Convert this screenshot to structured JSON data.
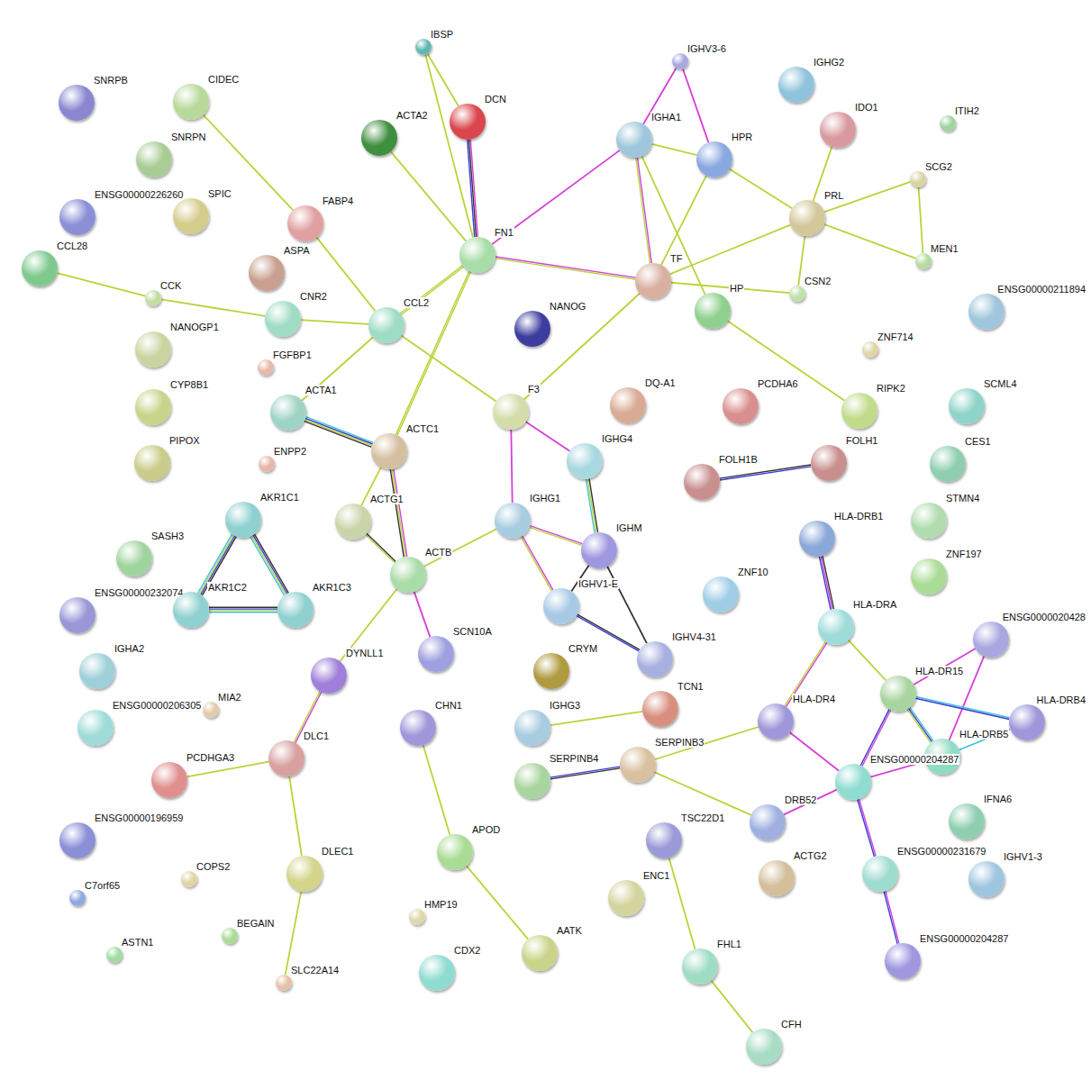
{
  "diagram": {
    "nodes": [
      {
        "text": [
          "IBSP"
        ]
      },
      {
        "text": [
          "DCN"
        ]
      },
      {
        "text": [
          "ACTA2"
        ]
      },
      {
        "text": [
          "IGHV3-6"
        ]
      },
      {
        "text": [
          "IGHA1"
        ]
      },
      {
        "text": [
          "HPR"
        ]
      },
      {
        "text": [
          "IGHG2"
        ]
      },
      {
        "text": [
          "IDO1"
        ]
      },
      {
        "text": [
          "ITIH2"
        ]
      },
      {
        "text": [
          "SCG2"
        ]
      },
      {
        "text": [
          "PRL"
        ]
      },
      {
        "text": [
          "MEN1"
        ]
      },
      {
        "text": [
          "SNRPB"
        ]
      },
      {
        "text": [
          "CIDEC"
        ]
      },
      {
        "text": [
          "SNRPN"
        ]
      },
      {
        "text": [
          "ENSG00000226260"
        ]
      },
      {
        "text": [
          "SPIC"
        ]
      },
      {
        "text": [
          "FABP4"
        ]
      },
      {
        "text": [
          "CCL28"
        ]
      },
      {
        "text": [
          "CCK"
        ]
      },
      {
        "text": [
          "ASPA"
        ]
      },
      {
        "text": [
          "FN1"
        ]
      },
      {
        "text": [
          "TF"
        ]
      },
      {
        "text": [
          "HP"
        ]
      },
      {
        "text": [
          "CSN2"
        ]
      },
      {
        "text": [
          "ENSG00000211894"
        ]
      },
      {
        "text": [
          "NANOGP1"
        ]
      },
      {
        "text": [
          "CNR2"
        ]
      },
      {
        "text": [
          "CCL2"
        ]
      },
      {
        "text": [
          "NANOG"
        ]
      },
      {
        "text": [
          "ZNF714"
        ]
      },
      {
        "text": [
          "FGFBP1"
        ]
      },
      {
        "text": [
          "CYP8B1"
        ]
      },
      {
        "text": [
          "ACTA1"
        ]
      },
      {
        "text": [
          "F3"
        ]
      },
      {
        "text": [
          "DQ-A1"
        ]
      },
      {
        "text": [
          "PCDHA6"
        ]
      },
      {
        "text": [
          "RIPK2"
        ]
      },
      {
        "text": [
          "SCML4"
        ]
      },
      {
        "text": [
          "PIPOX"
        ]
      },
      {
        "text": [
          "ENPP2"
        ]
      },
      {
        "text": [
          "ACTC1"
        ]
      },
      {
        "text": [
          "IGHG4"
        ]
      },
      {
        "text": [
          "FOLH1B"
        ]
      },
      {
        "text": [
          "FOLH1"
        ]
      },
      {
        "text": [
          "CES1"
        ]
      },
      {
        "text": [
          "AKR1C1"
        ]
      },
      {
        "text": [
          "ACTG1"
        ]
      },
      {
        "text": [
          "IGHG1"
        ]
      },
      {
        "text": [
          "IGHM"
        ]
      },
      {
        "text": [
          "STMN4"
        ]
      },
      {
        "text": [
          "HLA-DRB1"
        ]
      },
      {
        "text": [
          "SASH3"
        ]
      },
      {
        "text": [
          "ZNF197"
        ]
      },
      {
        "text": [
          "ACTB"
        ]
      },
      {
        "text": [
          "ENSG00000232074"
        ]
      },
      {
        "text": [
          "AKR1C2"
        ]
      },
      {
        "text": [
          "AKR1C3"
        ]
      },
      {
        "text": [
          "IGHV1-E"
        ]
      },
      {
        "text": [
          "ZNF10"
        ]
      },
      {
        "text": [
          "HLA-DRA"
        ]
      },
      {
        "text": [
          "ENSG0000020428"
        ]
      },
      {
        "text": [
          "IGHA2"
        ]
      },
      {
        "text": [
          "DYNLL1"
        ]
      },
      {
        "text": [
          "SCN10A"
        ]
      },
      {
        "text": [
          "CRYM"
        ]
      },
      {
        "text": [
          "IGHV4-31"
        ]
      },
      {
        "text": [
          "HLA-DR15"
        ]
      },
      {
        "text": [
          "HLA-DRB4"
        ]
      },
      {
        "text": [
          "MIA2"
        ]
      },
      {
        "text": [
          "ENSG00000206305"
        ]
      },
      {
        "text": [
          "CHN1"
        ]
      },
      {
        "text": [
          "IGHG3"
        ]
      },
      {
        "text": [
          "TCN1"
        ]
      },
      {
        "text": [
          "HLA-DR4"
        ]
      },
      {
        "text": [
          "HLA-DRB5"
        ]
      },
      {
        "text": [
          "PCDHGA3"
        ]
      },
      {
        "text": [
          "DLC1"
        ]
      },
      {
        "text": [
          "SERPINB4"
        ]
      },
      {
        "text": [
          "SERPINB3"
        ]
      },
      {
        "text": [
          "ENSG00000204287"
        ]
      },
      {
        "text": [
          "ENSG00000196959"
        ]
      },
      {
        "text": [
          "DRB52"
        ]
      },
      {
        "text": [
          "IFNA6"
        ]
      },
      {
        "text": [
          "C7orf65"
        ]
      },
      {
        "text": [
          "COPS2"
        ]
      },
      {
        "text": [
          "DLEC1"
        ]
      },
      {
        "text": [
          "APOD"
        ]
      },
      {
        "text": [
          "TSC22D1"
        ]
      },
      {
        "text": [
          "ENC1"
        ]
      },
      {
        "text": [
          "ACTG2"
        ]
      },
      {
        "text": [
          "ENSG00000231679"
        ]
      },
      {
        "text": [
          "IGHV1-3"
        ]
      },
      {
        "text": [
          "BEGAIN"
        ]
      },
      {
        "text": [
          "HMP19"
        ]
      },
      {
        "text": [
          "ASTN1"
        ]
      },
      {
        "text": [
          "SLC22A14"
        ]
      },
      {
        "text": [
          "CDX2"
        ]
      },
      {
        "text": [
          "AATK"
        ]
      },
      {
        "text": [
          "FHL1"
        ]
      },
      {
        "text": [
          "ENSG00000204287"
        ]
      },
      {
        "text": [
          "CFH"
        ]
      }
    ],
    "edges": [
      {
        "from": 0,
        "to": 1,
        "arrow": "none"
      },
      {
        "from": 0,
        "to": 21,
        "arrow": "none"
      },
      {
        "from": 1,
        "to": 21,
        "arrow": "none"
      },
      {
        "from": 2,
        "to": 21,
        "arrow": "none"
      },
      {
        "from": 21,
        "to": 4,
        "arrow": "none"
      },
      {
        "from": 21,
        "to": 22,
        "arrow": "none"
      },
      {
        "from": 21,
        "to": 28,
        "arrow": "none"
      },
      {
        "from": 21,
        "to": 41,
        "arrow": "none"
      },
      {
        "from": 3,
        "to": 4,
        "arrow": "none"
      },
      {
        "from": 3,
        "to": 5,
        "arrow": "none"
      },
      {
        "from": 4,
        "to": 5,
        "arrow": "none"
      },
      {
        "from": 4,
        "to": 22,
        "arrow": "none"
      },
      {
        "from": 4,
        "to": 23,
        "arrow": "none"
      },
      {
        "from": 5,
        "to": 10,
        "arrow": "none"
      },
      {
        "from": 5,
        "to": 22,
        "arrow": "none"
      },
      {
        "from": 22,
        "to": 10,
        "arrow": "none"
      },
      {
        "from": 22,
        "to": 24,
        "arrow": "none"
      },
      {
        "from": 22,
        "to": 34,
        "arrow": "none"
      },
      {
        "from": 7,
        "to": 10,
        "arrow": "none"
      },
      {
        "from": 10,
        "to": 9,
        "arrow": "none"
      },
      {
        "from": 10,
        "to": 11,
        "arrow": "none"
      },
      {
        "from": 9,
        "to": 11,
        "arrow": "none"
      },
      {
        "from": 10,
        "to": 24,
        "arrow": "none"
      },
      {
        "from": 23,
        "to": 37,
        "arrow": "none"
      },
      {
        "from": 13,
        "to": 17,
        "arrow": "none"
      },
      {
        "from": 17,
        "to": 28,
        "arrow": "none"
      },
      {
        "from": 18,
        "to": 19,
        "arrow": "none"
      },
      {
        "from": 19,
        "to": 27,
        "arrow": "none"
      },
      {
        "from": 27,
        "to": 28,
        "arrow": "none"
      },
      {
        "from": 28,
        "to": 33,
        "arrow": "none"
      },
      {
        "from": 28,
        "to": 34,
        "arrow": "none"
      },
      {
        "from": 33,
        "to": 41,
        "arrow": "none"
      },
      {
        "from": 41,
        "to": 47,
        "arrow": "none"
      },
      {
        "from": 41,
        "to": 54,
        "arrow": "none"
      },
      {
        "from": 47,
        "to": 54,
        "arrow": "none"
      },
      {
        "from": 54,
        "to": 48,
        "arrow": "none"
      },
      {
        "from": 54,
        "to": 64,
        "arrow": "none"
      },
      {
        "from": 54,
        "to": 63,
        "arrow": "none"
      },
      {
        "from": 34,
        "to": 42,
        "arrow": "none"
      },
      {
        "from": 34,
        "to": 48,
        "arrow": "none"
      },
      {
        "from": 48,
        "to": 49,
        "arrow": "none"
      },
      {
        "from": 48,
        "to": 58,
        "arrow": "none"
      },
      {
        "from": 42,
        "to": 49,
        "arrow": "none"
      },
      {
        "from": 49,
        "to": 58,
        "arrow": "none"
      },
      {
        "from": 49,
        "to": 66,
        "arrow": "none"
      },
      {
        "from": 58,
        "to": 66,
        "arrow": "none"
      },
      {
        "from": 46,
        "to": 56,
        "arrow": "none"
      },
      {
        "from": 46,
        "to": 57,
        "arrow": "none"
      },
      {
        "from": 56,
        "to": 57,
        "arrow": "none"
      },
      {
        "from": 43,
        "to": 44,
        "arrow": "none"
      },
      {
        "from": 51,
        "to": 60,
        "arrow": "none"
      },
      {
        "from": 60,
        "to": 74,
        "arrow": "none"
      },
      {
        "from": 60,
        "to": 67,
        "arrow": "none"
      },
      {
        "from": 61,
        "to": 67,
        "arrow": "none"
      },
      {
        "from": 61,
        "to": 75,
        "arrow": "none"
      },
      {
        "from": 67,
        "to": 68,
        "arrow": "none"
      },
      {
        "from": 67,
        "to": 75,
        "arrow": "none"
      },
      {
        "from": 67,
        "to": 80,
        "arrow": "none"
      },
      {
        "from": 75,
        "to": 68,
        "arrow": "none"
      },
      {
        "from": 74,
        "to": 80,
        "arrow": "none"
      },
      {
        "from": 74,
        "to": 79,
        "arrow": "none"
      },
      {
        "from": 80,
        "to": 82,
        "arrow": "none"
      },
      {
        "from": 80,
        "to": 91,
        "arrow": "none"
      },
      {
        "from": 91,
        "to": 100,
        "arrow": "none"
      },
      {
        "from": 80,
        "to": 75,
        "arrow": "none"
      },
      {
        "from": 79,
        "to": 78,
        "arrow": "none"
      },
      {
        "from": 79,
        "to": 82,
        "arrow": "none"
      },
      {
        "from": 72,
        "to": 73,
        "arrow": "none"
      },
      {
        "from": 63,
        "to": 77,
        "arrow": "none"
      },
      {
        "from": 77,
        "to": 76,
        "arrow": "none"
      },
      {
        "from": 77,
        "to": 86,
        "arrow": "none"
      },
      {
        "from": 86,
        "to": 96,
        "arrow": "none"
      },
      {
        "from": 71,
        "to": 87,
        "arrow": "none"
      },
      {
        "from": 87,
        "to": 98,
        "arrow": "none"
      },
      {
        "from": 88,
        "to": 99,
        "arrow": "none"
      },
      {
        "from": 99,
        "to": 101,
        "arrow": "none"
      }
    ]
  }
}
